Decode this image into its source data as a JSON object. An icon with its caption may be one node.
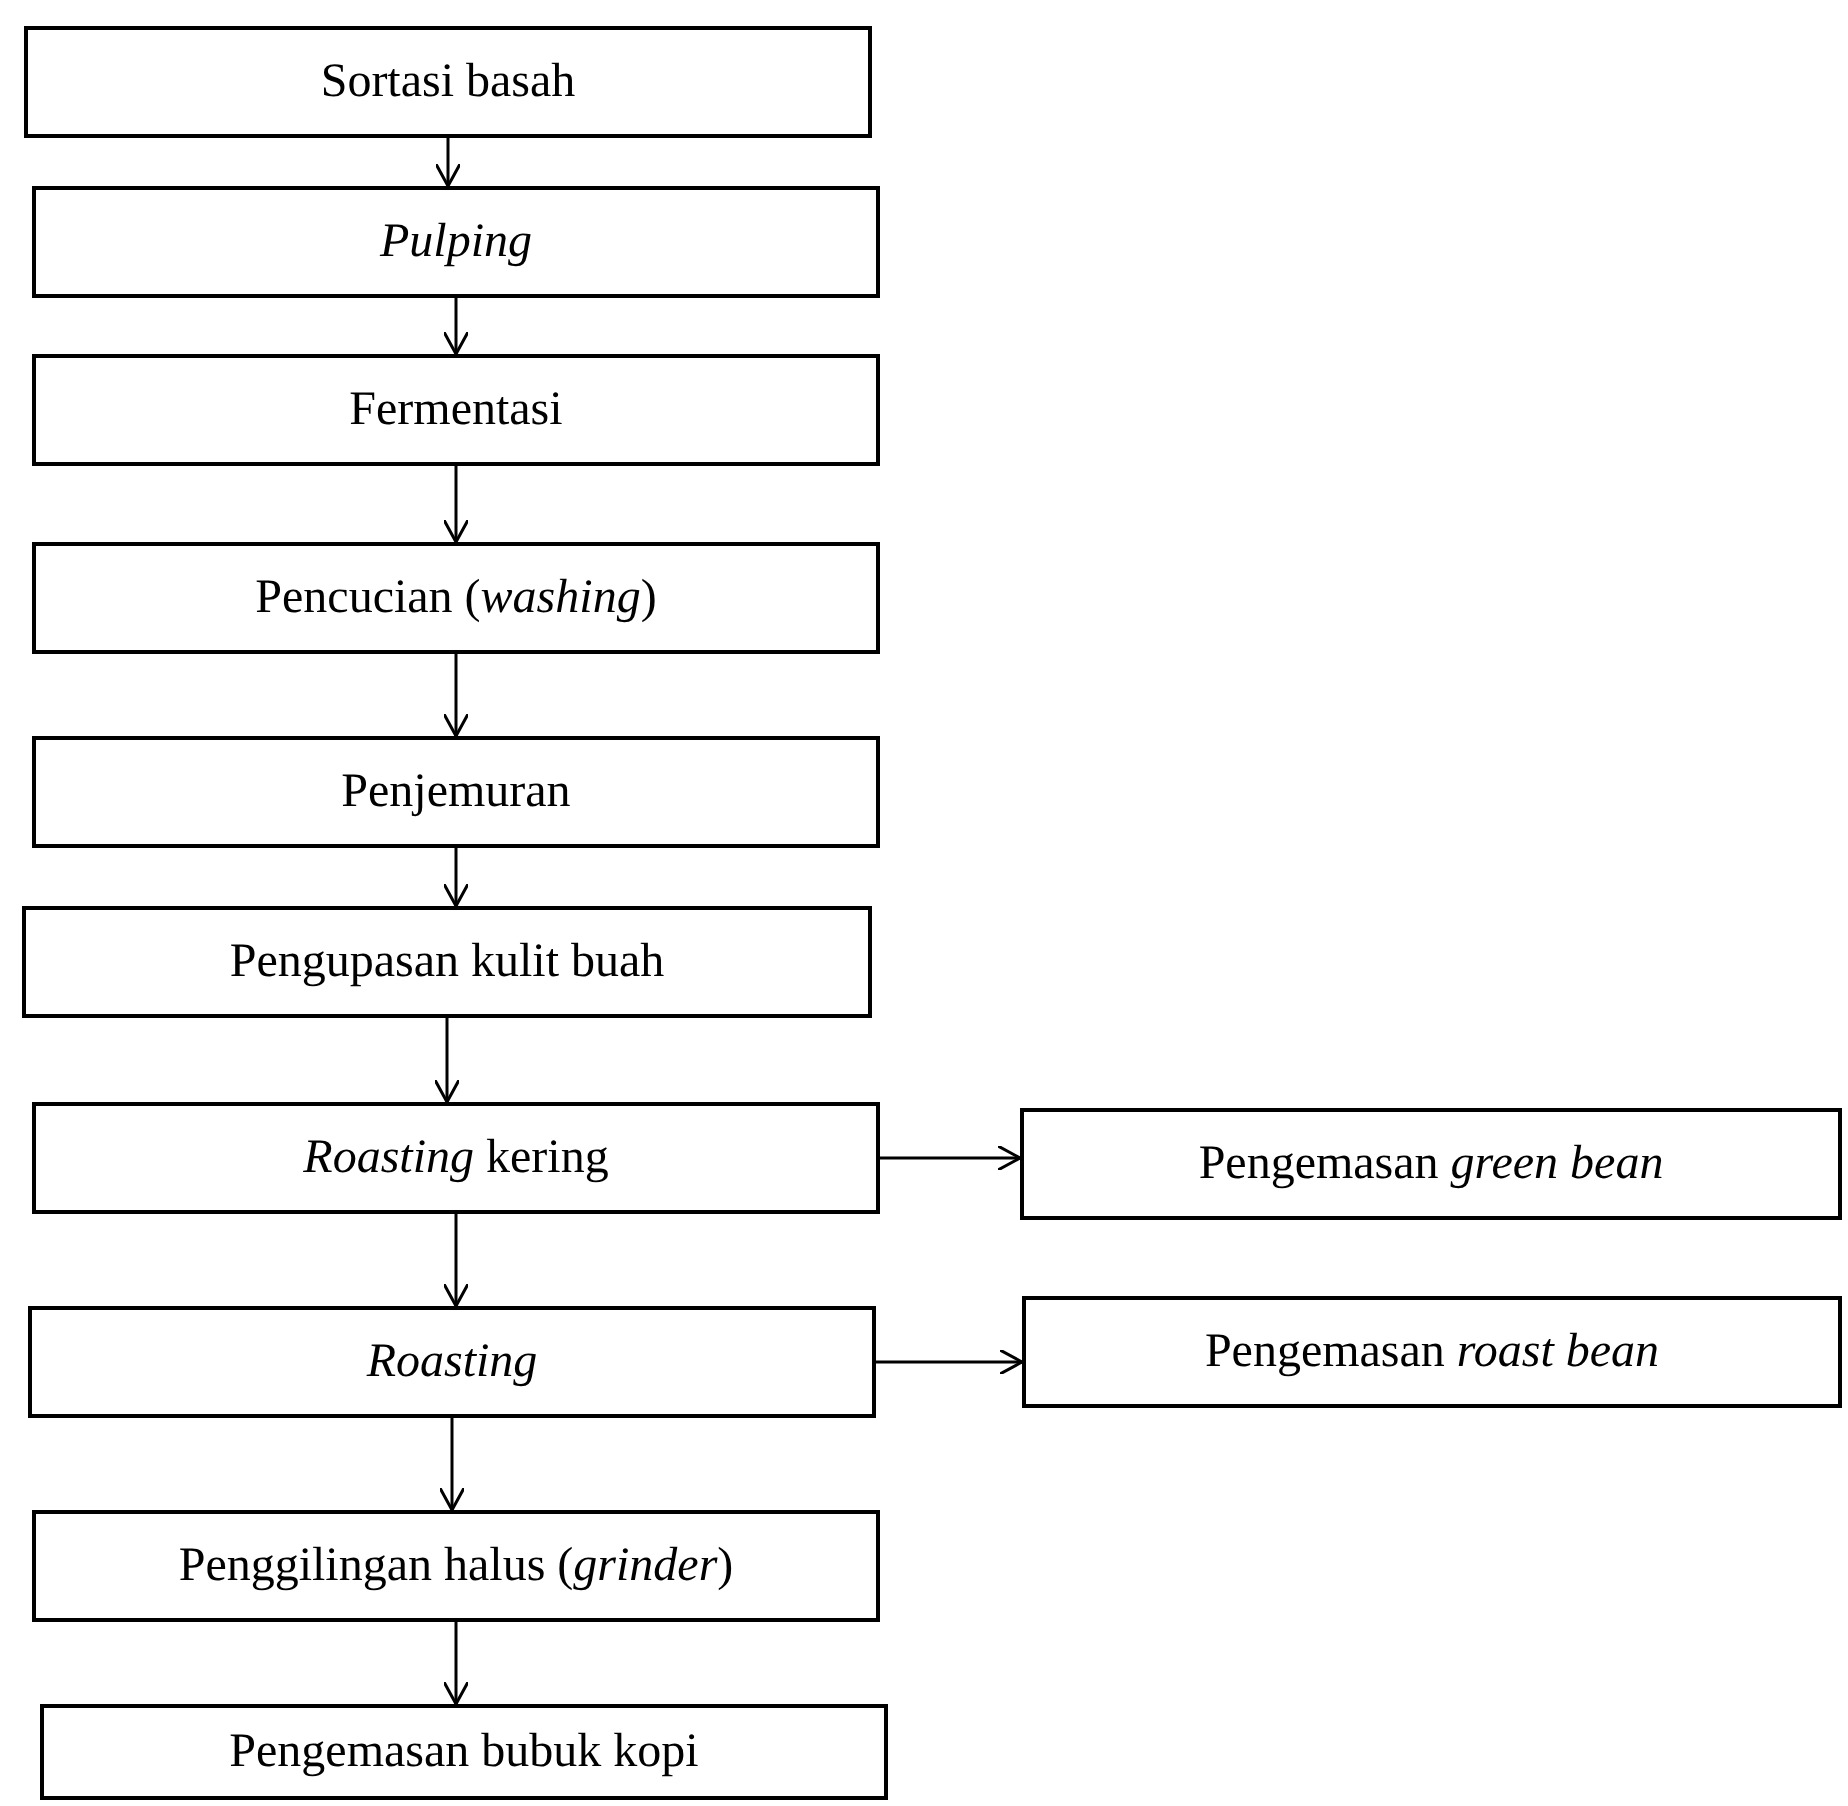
{
  "diagram": {
    "nodes": [
      {
        "text": [
          "Sortasi basah"
        ]
      },
      {
        "text": [
          "Pulping"
        ]
      },
      {
        "text": [
          "Fermentasi"
        ]
      },
      {
        "text": [
          "Pencucian (*washing*)"
        ]
      },
      {
        "text": [
          "Penjemuran"
        ]
      },
      {
        "text": [
          "Pengupasan kulit buah"
        ]
      },
      {
        "text": [
          "*Roasting* kering"
        ]
      },
      {
        "text": [
          "Pengemasan *green bean*"
        ]
      },
      {
        "text": [
          "Roasting"
        ]
      },
      {
        "text": [
          "Pengemasan *roast bean*"
        ]
      },
      {
        "text": [
          "Penggilingan halus (*grinder*)"
        ]
      },
      {
        "text": [
          "Pengemasan bubuk kopi"
        ]
      }
    ],
    "edges": [
      {
        "from": 0,
        "to": 1,
        "arrow": "to"
      },
      {
        "from": 1,
        "to": 2,
        "arrow": "to"
      },
      {
        "from": 2,
        "to": 3,
        "arrow": "to"
      },
      {
        "from": 3,
        "to": 4,
        "arrow": "to"
      },
      {
        "from": 4,
        "to": 5,
        "arrow": "to"
      },
      {
        "from": 5,
        "to": 6,
        "arrow": "to"
      },
      {
        "from": 6,
        "to": 7,
        "arrow": "to"
      },
      {
        "from": 6,
        "to": 8,
        "arrow": "to"
      },
      {
        "from": 8,
        "to": 9,
        "arrow": "to"
      },
      {
        "from": 8,
        "to": 10,
        "arrow": "to"
      },
      {
        "from": 10,
        "to": 11,
        "arrow": "to"
      }
    ]
  }
}
